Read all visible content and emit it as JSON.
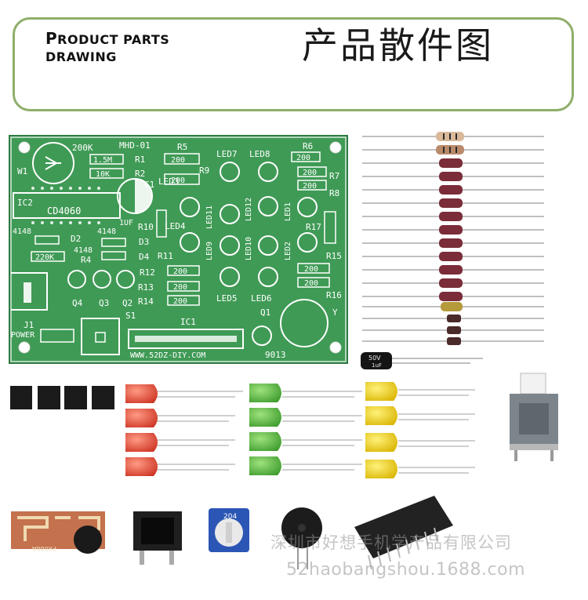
{
  "header": {
    "title_en_line1_cap": "P",
    "title_en_line1_rest": "RODUCT PARTS",
    "title_en_line2": "DRAWING",
    "title_zh": "产品散件图"
  },
  "pcb": {
    "board_id": "MHD-01",
    "chip_label": "CD4060",
    "ic2_label": "IC2",
    "ic1_label": "IC1",
    "website": "WWW.52DZ-DIY.COM",
    "pot_label": "200K",
    "w1_label": "W1",
    "r1_value": "1.5M",
    "r1_label": "R1",
    "r2_value": "10K",
    "r2_label": "R2",
    "r3_value": "220K",
    "d_value": "4148",
    "d2_label": "D2",
    "d3_label": "D3",
    "d4_label": "D4",
    "r4_label": "R4",
    "r5_label": "R5",
    "r6_label": "R6",
    "r7_label": "R7",
    "r8_label": "R8",
    "r9_label": "R9",
    "r10_label": "R10",
    "r11_label": "R11",
    "r12_label": "R12",
    "r13_label": "R13",
    "r14_label": "R14",
    "r15_label": "R15",
    "r16_label": "R16",
    "r17_label": "R17",
    "res_200": "200",
    "c1_label": "C1",
    "c1_value": "1UF",
    "q1_label": "Q1",
    "q2_label": "Q2",
    "q3_label": "Q3",
    "q4_label": "Q4",
    "q_part": "9013",
    "s1_label": "S1",
    "j1_label": "J1",
    "power_label": "POWER",
    "y_label": "Y",
    "led_labels": [
      "LED1",
      "LED2",
      "LED3",
      "LED4",
      "LED5",
      "LED6",
      "LED7",
      "LED8",
      "LED9",
      "LED10",
      "LED11",
      "LED12"
    ]
  },
  "capacitor_print": {
    "voltage": "50V",
    "value": "1uF"
  },
  "pot_part_print": "204",
  "music_chip_print": "PX088A",
  "watermark": {
    "line1": "深圳市好想手机学产品有限公司",
    "line2": "52haobangshou.1688.com"
  },
  "colors": {
    "banner_border": "#8fae6a",
    "pcb_green": "#3f9a55",
    "led_red": "#e0503a",
    "led_green": "#5cbf3f",
    "led_yellow": "#f0d21a"
  }
}
